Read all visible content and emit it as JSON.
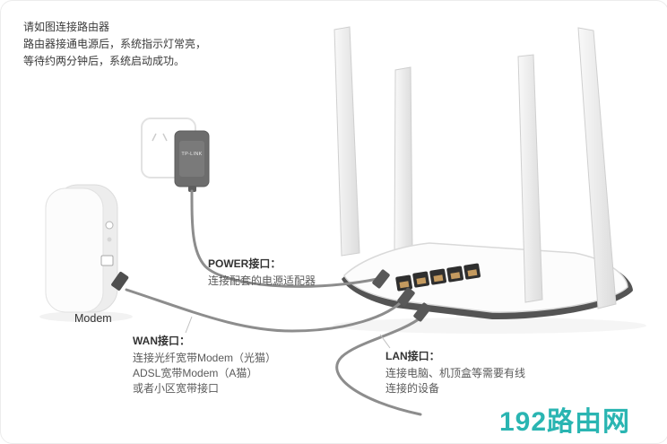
{
  "intro": {
    "line1": "请如图连接路由器",
    "line2": "路由器接通电源后，系统指示灯常亮，",
    "line3": "等待约两分钟后，系统启动成功。"
  },
  "modem_label": "Modem",
  "adapter": {
    "brand": "TP-LINK"
  },
  "callouts": {
    "power": {
      "title": "POWER接口：",
      "desc": "连接配套的电源适配器"
    },
    "wan": {
      "title": "WAN接口：",
      "line1": "连接光纤宽带Modem（光猫）",
      "line2": "ADSL宽带Modem（A猫）",
      "line3": "或者小区宽带接口"
    },
    "lan": {
      "title": "LAN接口：",
      "line1": "连接电脑、机顶盒等需要有线",
      "line2": "连接的设备"
    }
  },
  "watermark": {
    "text": "192路由网",
    "color": "#2ab5b2"
  }
}
